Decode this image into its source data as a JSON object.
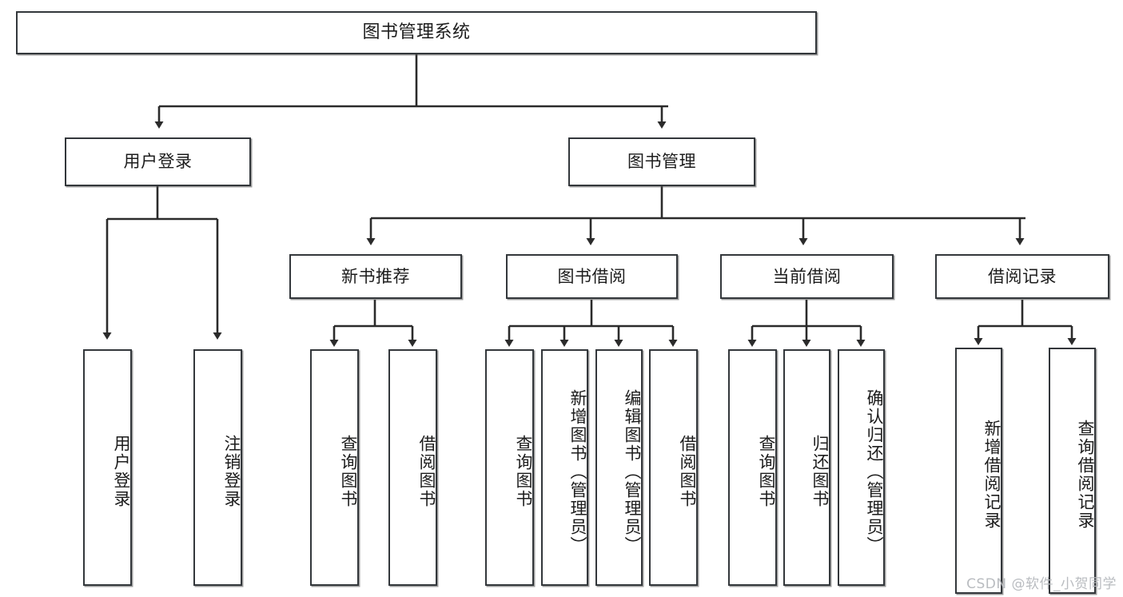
{
  "diagram": {
    "title": "图书管理系统",
    "type": "功能结构图",
    "style": {
      "box_border": "#33373b",
      "box_fill": "#ffffff",
      "connector": "#2b2b2b",
      "background": "#ffffff",
      "watermark_color": "#b9bcc0"
    },
    "watermark": "CSDN @软件_小贺同学",
    "levels": {
      "root": {
        "label": "图书管理系统"
      },
      "level2": [
        {
          "label": "用户登录"
        },
        {
          "label": "图书管理"
        }
      ],
      "level3": [
        {
          "label": "新书推荐"
        },
        {
          "label": "图书借阅"
        },
        {
          "label": "当前借阅"
        },
        {
          "label": "借阅记录"
        }
      ],
      "leaves": {
        "user_login": [
          {
            "label": "用户登录"
          },
          {
            "label": "注销登录"
          }
        ],
        "new_book_recommend": [
          {
            "label": "查询图书"
          },
          {
            "label": "借阅图书"
          }
        ],
        "book_borrow": [
          {
            "label": "查询图书"
          },
          {
            "label": "新增图书（管理员）"
          },
          {
            "label": "编辑图书（管理员）"
          },
          {
            "label": "借阅图书"
          }
        ],
        "current_borrow": [
          {
            "label": "查询图书"
          },
          {
            "label": "归还图书"
          },
          {
            "label": "确认归还（管理员）"
          }
        ],
        "borrow_record": [
          {
            "label": "新增借阅记录"
          },
          {
            "label": "查询借阅记录"
          }
        ]
      }
    }
  }
}
